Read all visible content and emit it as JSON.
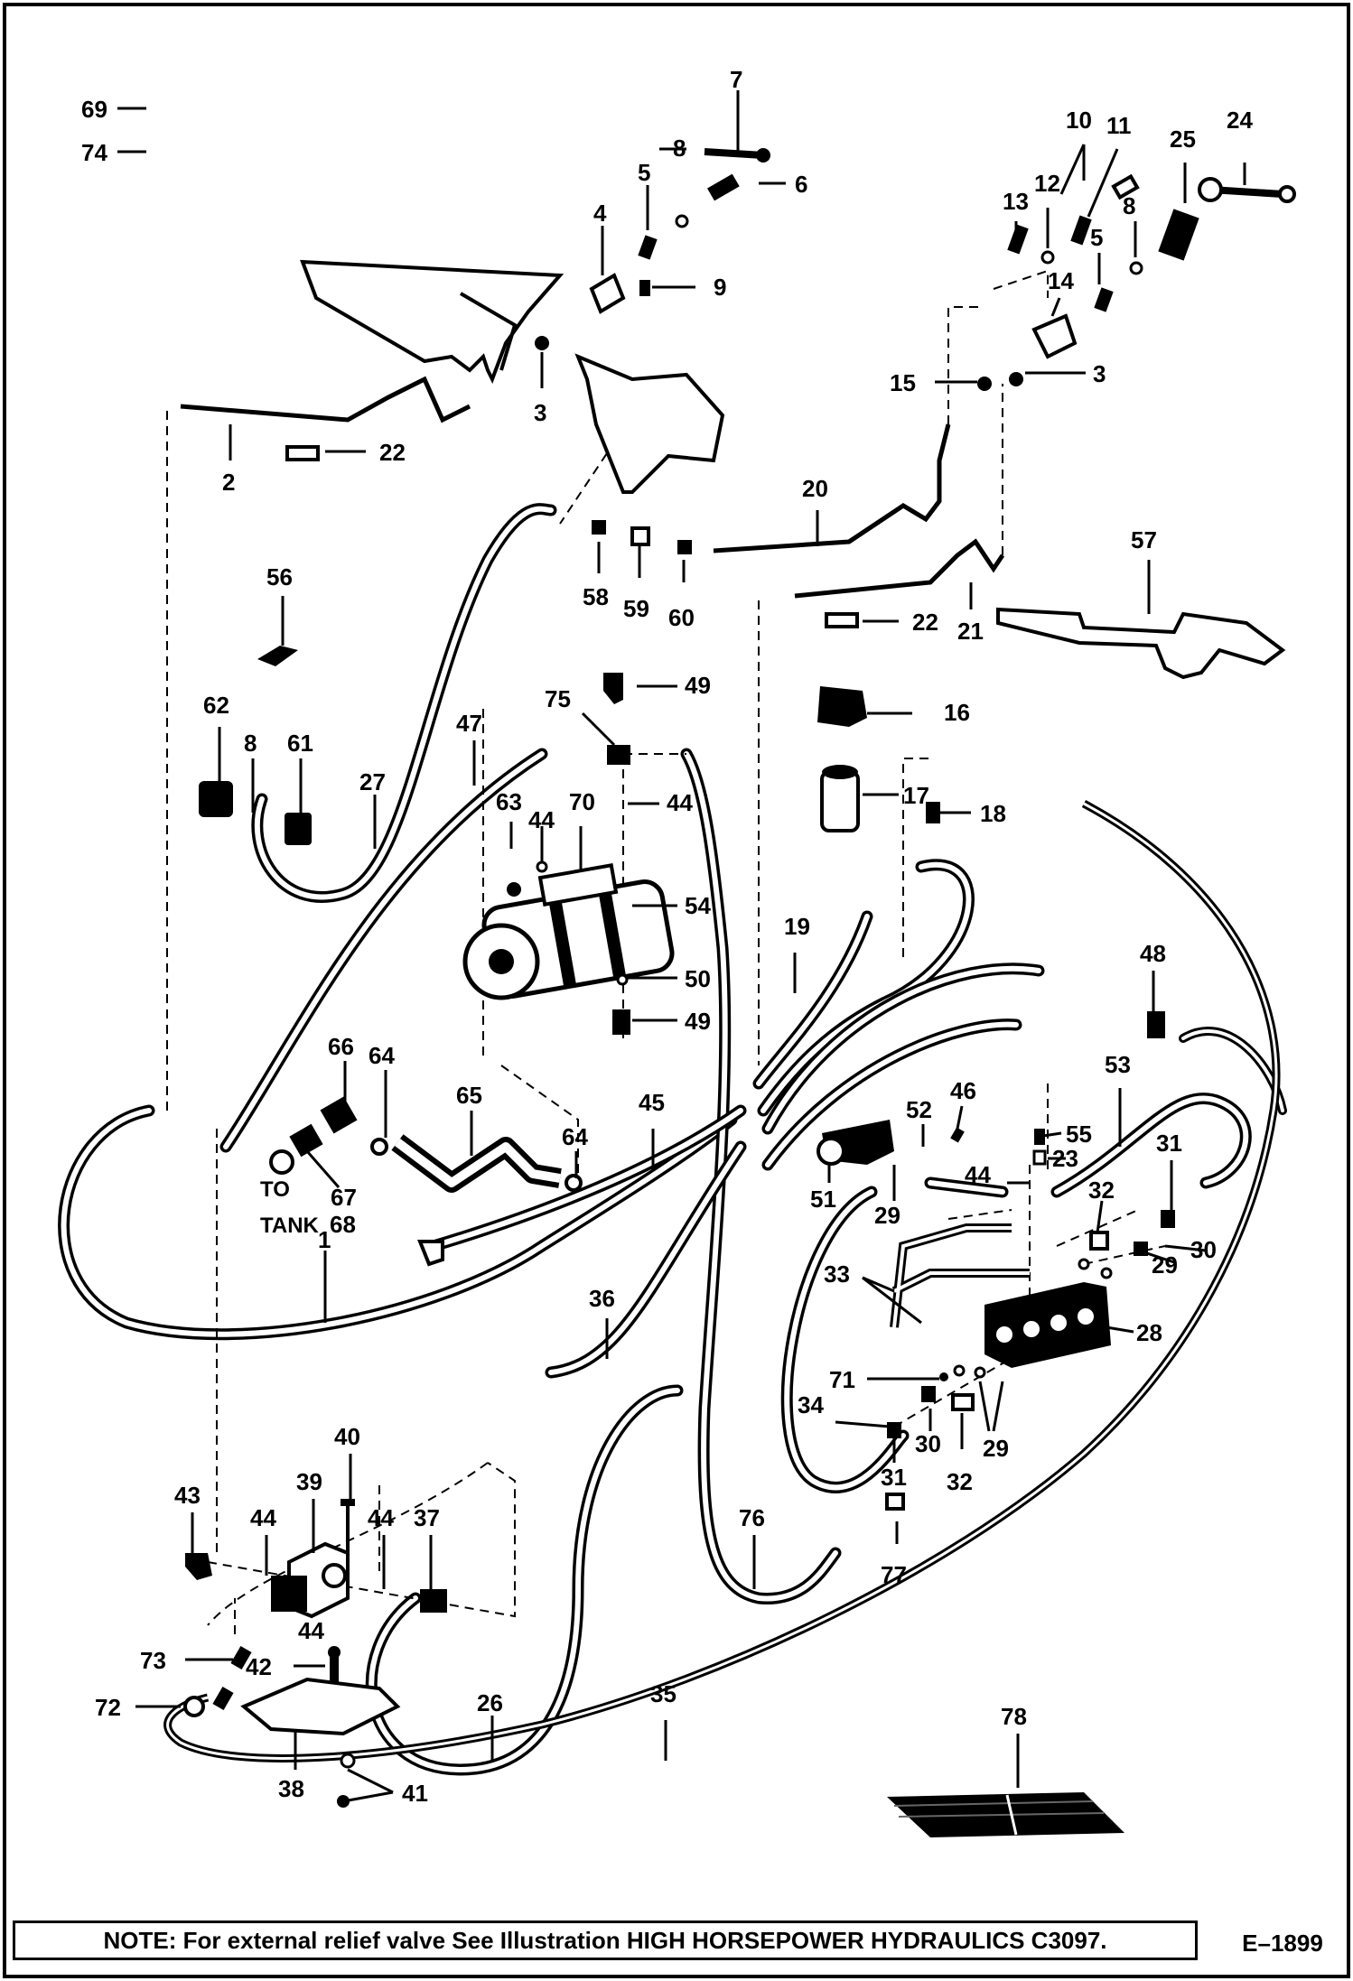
{
  "note": "NOTE: For external relief valve See Illustration HIGH HORSEPOWER HYDRAULICS C3097.",
  "figure_id": "E–1899",
  "tank_label": {
    "line1": "TO",
    "line2": "TANK"
  },
  "callouts": [
    {
      "id": "c69",
      "text": "69"
    },
    {
      "id": "c74",
      "text": "74"
    },
    {
      "id": "c7",
      "text": "7"
    },
    {
      "id": "c8a",
      "text": "8"
    },
    {
      "id": "c5a",
      "text": "5"
    },
    {
      "id": "c6",
      "text": "6"
    },
    {
      "id": "c4",
      "text": "4"
    },
    {
      "id": "c9",
      "text": "9"
    },
    {
      "id": "c3a",
      "text": "3"
    },
    {
      "id": "c2",
      "text": "2"
    },
    {
      "id": "c22a",
      "text": "22"
    },
    {
      "id": "c10",
      "text": "10"
    },
    {
      "id": "c11",
      "text": "11"
    },
    {
      "id": "c12",
      "text": "12"
    },
    {
      "id": "c13",
      "text": "13"
    },
    {
      "id": "c8b",
      "text": "8"
    },
    {
      "id": "c25",
      "text": "25"
    },
    {
      "id": "c24",
      "text": "24"
    },
    {
      "id": "c5b",
      "text": "5"
    },
    {
      "id": "c14",
      "text": "14"
    },
    {
      "id": "c15",
      "text": "15"
    },
    {
      "id": "c3b",
      "text": "3"
    },
    {
      "id": "c20",
      "text": "20"
    },
    {
      "id": "c58",
      "text": "58"
    },
    {
      "id": "c59",
      "text": "59"
    },
    {
      "id": "c60",
      "text": "60"
    },
    {
      "id": "c21",
      "text": "21"
    },
    {
      "id": "c22b",
      "text": "22"
    },
    {
      "id": "c57",
      "text": "57"
    },
    {
      "id": "c56",
      "text": "56"
    },
    {
      "id": "c62",
      "text": "62"
    },
    {
      "id": "c8c",
      "text": "8"
    },
    {
      "id": "c61",
      "text": "61"
    },
    {
      "id": "c27",
      "text": "27"
    },
    {
      "id": "c47",
      "text": "47"
    },
    {
      "id": "c75",
      "text": "75"
    },
    {
      "id": "c49a",
      "text": "49"
    },
    {
      "id": "c16",
      "text": "16"
    },
    {
      "id": "c17",
      "text": "17"
    },
    {
      "id": "c18",
      "text": "18"
    },
    {
      "id": "c63",
      "text": "63"
    },
    {
      "id": "c44a",
      "text": "44"
    },
    {
      "id": "c70",
      "text": "70"
    },
    {
      "id": "c44b",
      "text": "44"
    },
    {
      "id": "c54",
      "text": "54"
    },
    {
      "id": "c19",
      "text": "19"
    },
    {
      "id": "c50",
      "text": "50"
    },
    {
      "id": "c49b",
      "text": "49"
    },
    {
      "id": "c48",
      "text": "48"
    },
    {
      "id": "c66",
      "text": "66"
    },
    {
      "id": "c64a",
      "text": "64"
    },
    {
      "id": "c65",
      "text": "65"
    },
    {
      "id": "c45",
      "text": "45"
    },
    {
      "id": "c64b",
      "text": "64"
    },
    {
      "id": "c52",
      "text": "52"
    },
    {
      "id": "c46",
      "text": "46"
    },
    {
      "id": "c53",
      "text": "53"
    },
    {
      "id": "c55",
      "text": "55"
    },
    {
      "id": "c23",
      "text": "23"
    },
    {
      "id": "c31a",
      "text": "31"
    },
    {
      "id": "c67",
      "text": "67"
    },
    {
      "id": "c68",
      "text": "68"
    },
    {
      "id": "c51",
      "text": "51"
    },
    {
      "id": "c29a",
      "text": "29"
    },
    {
      "id": "c44c",
      "text": "44"
    },
    {
      "id": "c32a",
      "text": "32"
    },
    {
      "id": "c29b",
      "text": "29"
    },
    {
      "id": "c30a",
      "text": "30"
    },
    {
      "id": "c1",
      "text": "1"
    },
    {
      "id": "c33",
      "text": "33"
    },
    {
      "id": "c28",
      "text": "28"
    },
    {
      "id": "c36",
      "text": "36"
    },
    {
      "id": "c71",
      "text": "71"
    },
    {
      "id": "c34",
      "text": "34"
    },
    {
      "id": "c30b",
      "text": "30"
    },
    {
      "id": "c32b",
      "text": "32"
    },
    {
      "id": "c29c",
      "text": "29"
    },
    {
      "id": "c31b",
      "text": "31"
    },
    {
      "id": "c40",
      "text": "40"
    },
    {
      "id": "c39",
      "text": "39"
    },
    {
      "id": "c43",
      "text": "43"
    },
    {
      "id": "c44d",
      "text": "44"
    },
    {
      "id": "c44e",
      "text": "44"
    },
    {
      "id": "c37",
      "text": "37"
    },
    {
      "id": "c76",
      "text": "76"
    },
    {
      "id": "c77",
      "text": "77"
    },
    {
      "id": "c44f",
      "text": "44"
    },
    {
      "id": "c73",
      "text": "73"
    },
    {
      "id": "c42",
      "text": "42"
    },
    {
      "id": "c72",
      "text": "72"
    },
    {
      "id": "c26",
      "text": "26"
    },
    {
      "id": "c35",
      "text": "35"
    },
    {
      "id": "c78",
      "text": "78"
    },
    {
      "id": "c38",
      "text": "38"
    },
    {
      "id": "c41",
      "text": "41"
    }
  ]
}
